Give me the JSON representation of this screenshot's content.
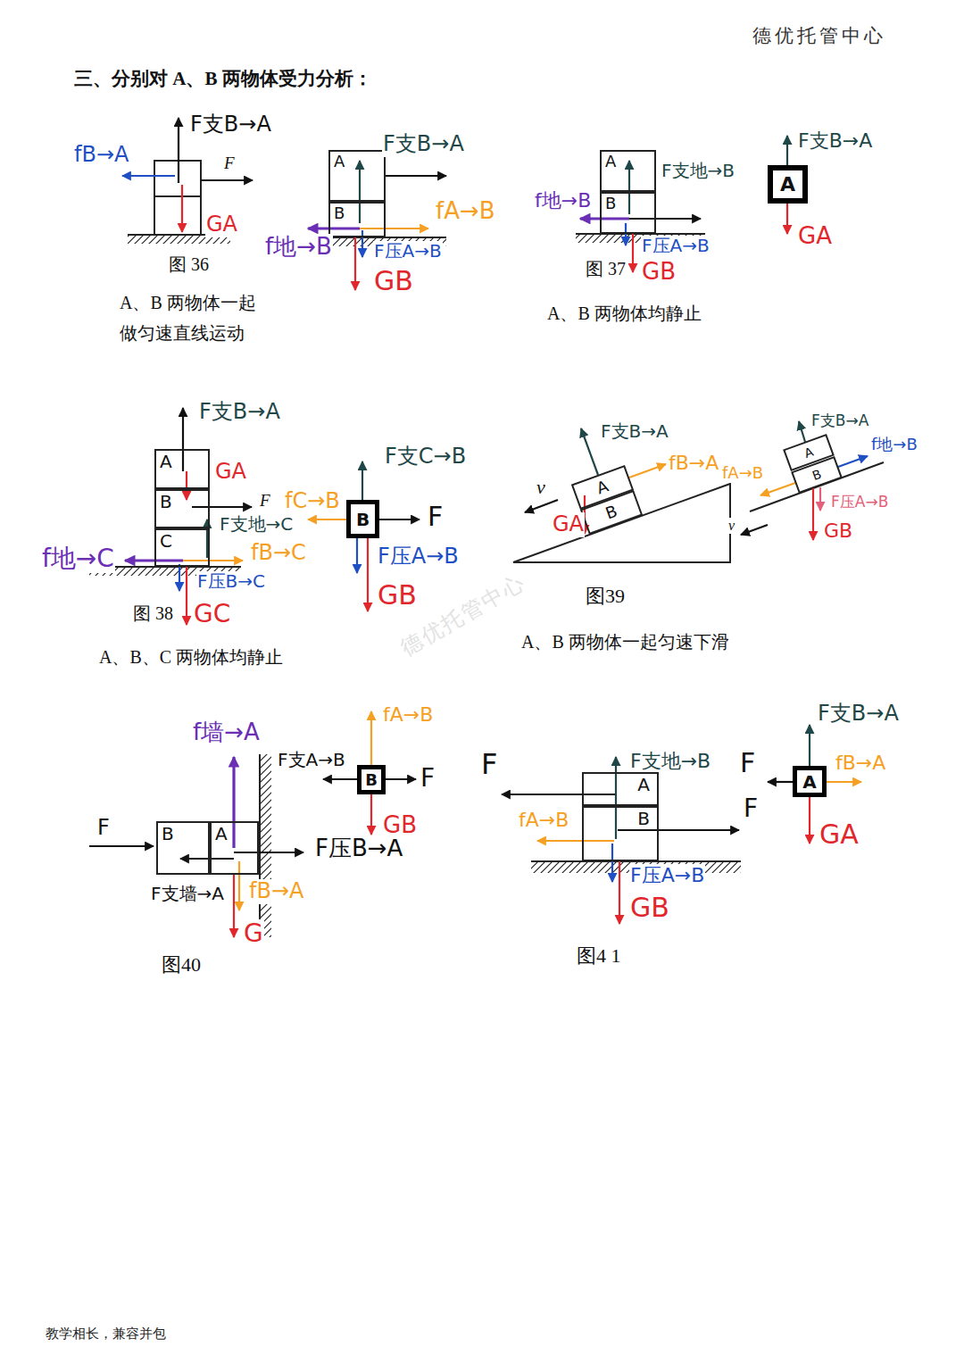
{
  "diagram": {
    "title": "三、分别对 A、B 两物体受力分析：",
    "nodes": [
      {
        "text": [
          "A"
        ]
      },
      {
        "text": [
          "B"
        ]
      },
      {
        "text": [
          "A"
        ]
      },
      {
        "text": [
          "B"
        ]
      },
      {
        "text": [
          "A"
        ]
      },
      {
        "text": [
          "A"
        ]
      },
      {
        "text": [
          "B"
        ]
      },
      {
        "text": [
          "C"
        ]
      },
      {
        "text": [
          "B"
        ]
      },
      {
        "text": [
          "A"
        ]
      },
      {
        "text": [
          "B"
        ]
      },
      {
        "text": [
          "A"
        ]
      },
      {
        "text": [
          "B"
        ]
      },
      {
        "text": [
          "B"
        ]
      },
      {
        "text": [
          "A"
        ]
      },
      {
        "text": [
          "B"
        ]
      },
      {
        "text": [
          "A"
        ]
      },
      {
        "text": [
          "B"
        ]
      },
      {
        "text": [
          "A"
        ]
      }
    ],
    "labels": [
      "德优托管中心",
      "F支B→A",
      "fB→A",
      "F",
      "GA",
      "图 36",
      "A、B 两物体一起 做匀速直线运动",
      "F支B→A",
      "fA→B",
      "f地→B",
      "F压A→B",
      "GB",
      "F支地→B",
      "f地→B",
      "F压A→B",
      "GB",
      "图 37",
      "A、B 两物体均静止",
      "F支B→A",
      "GA",
      "F支B→A",
      "GA",
      "F",
      "F支地→C",
      "f地→C",
      "fB→C",
      "F压B→C",
      "GC",
      "图 38",
      "A、B、C 两物体均静止",
      "F支C→B",
      "fC→B",
      "F",
      "F压A→B",
      "GB",
      "F支B→A",
      "fB→A",
      "v",
      "GA",
      "图39",
      "A、B 两物体一起匀速下滑",
      "F支B→A",
      "f地→B",
      "fA→B",
      "v",
      "F压A→B",
      "GB",
      "f墙→A",
      "F",
      "F压B→A",
      "F支墙→A",
      "fB→A",
      "G",
      "图40",
      "fA→B",
      "F支A→B",
      "F",
      "GB",
      "F",
      "F支地→B",
      "fA→B",
      "F",
      "F压A→B",
      "GB",
      "图4 1",
      "F支B→A",
      "F",
      "fB→A",
      "GA",
      "教学相长，兼容并包",
      "德优托管中心"
    ]
  }
}
